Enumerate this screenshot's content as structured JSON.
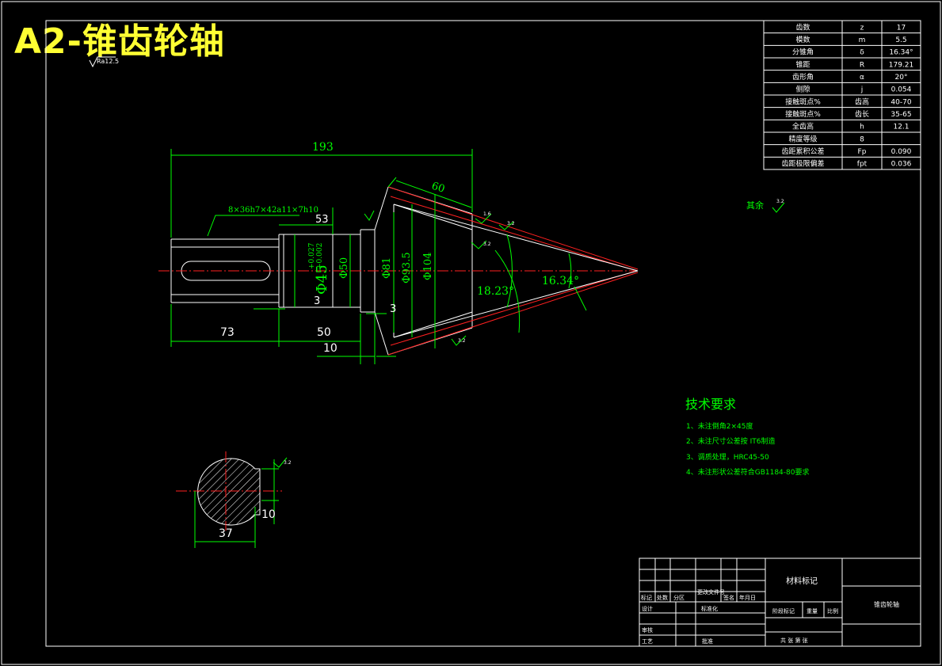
{
  "title": "A2-锥齿轮轴",
  "roughness_general": "Ra12.5",
  "rest_label": "其余",
  "rest_roughness": "3.2",
  "param_table": [
    [
      "齿数",
      "z",
      "17"
    ],
    [
      "模数",
      "m",
      "5.5"
    ],
    [
      "分锥角",
      "δ",
      "16.34°"
    ],
    [
      "锥距",
      "R",
      "179.21"
    ],
    [
      "齿形角",
      "α",
      "20°"
    ],
    [
      "侧隙",
      "j",
      "0.054"
    ],
    [
      "接触斑点%",
      "齿高",
      "40-70"
    ],
    [
      "接触斑点%",
      "齿长",
      "35-65"
    ],
    [
      "全齿高",
      "h",
      "12.1"
    ],
    [
      "精度等级",
      "",
      "8"
    ],
    [
      "齿距累积公差",
      "Fp",
      "0.090"
    ],
    [
      "齿距极限偏差",
      "fpt",
      "0.036"
    ]
  ],
  "dims": {
    "d193": "193",
    "spline": "8×36h7×42a11×7h10",
    "d53": "53",
    "d60": "60",
    "phi45": "Φ45",
    "tol_up": "+0.027",
    "tol_dn": "+0.002",
    "phi50": "Φ50",
    "phi81": "Φ81",
    "phi935": "Φ93.5",
    "phi104": "Φ104",
    "a1823": "18.23°",
    "a1634": "16.34°",
    "d73": "73",
    "d50": "50",
    "d10": "10",
    "d3a": "3",
    "d3b": "3",
    "r16": "1.6",
    "r32a": "3.2",
    "r32b": "3.2",
    "r32c": "3.2",
    "sec37": "37",
    "sec10": "10",
    "sec_r": "3.2"
  },
  "tech": {
    "heading": "技术要求",
    "items": [
      "1、未注倒角2×45度",
      "2、未注尺寸公差按 IT6制造",
      "3、调质处理，HRC45-50",
      "4、未注形状公差符合GB1184-80要求"
    ]
  },
  "title_block": {
    "material": "材料标记",
    "part_name": "锥齿轮轴",
    "mark": "标记",
    "count": "处数",
    "zone": "分区",
    "change_doc": "更改文件号",
    "sign": "签名",
    "date": "年月日",
    "design": "设计",
    "std": "标准化",
    "stage": "阶段标记",
    "weight": "重量",
    "scale": "比例",
    "review": "审核",
    "process": "工艺",
    "approve": "批准",
    "sheets": "共 张 第 张"
  }
}
